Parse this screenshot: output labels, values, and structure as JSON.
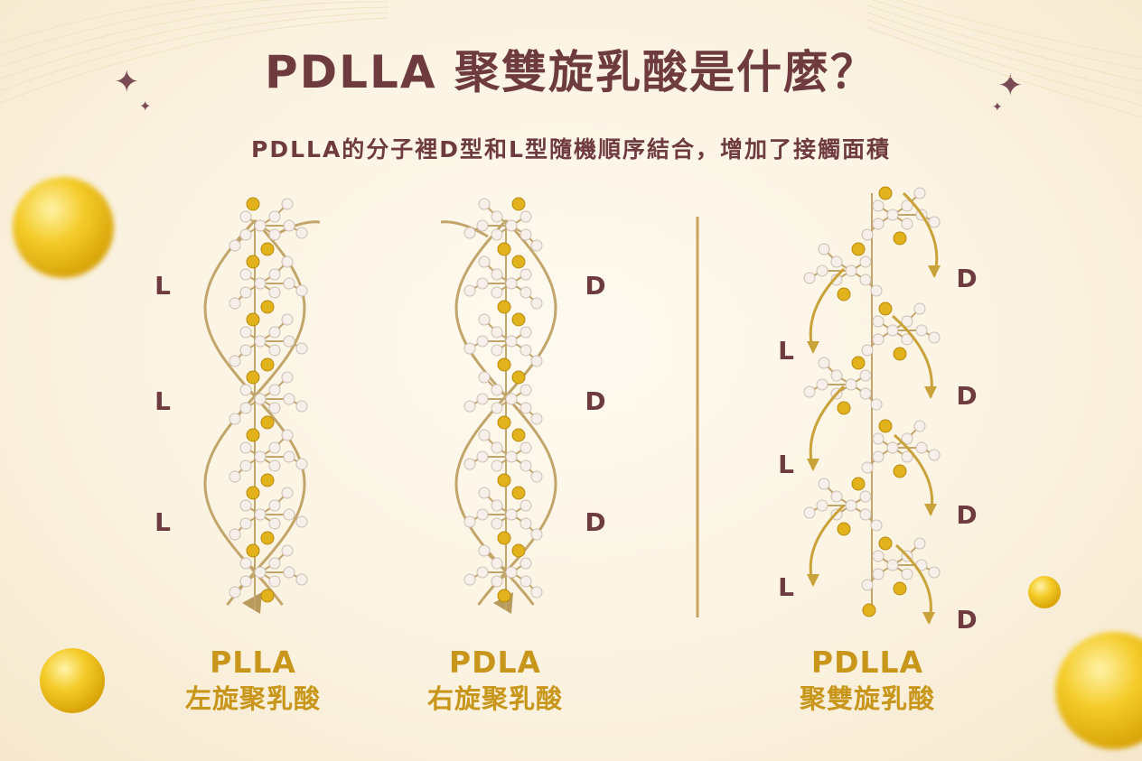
{
  "title": "PDLLA 聚雙旋乳酸是什麼？",
  "subtitle": "PDLLA的分子裡D型和L型隨機順序結合，增加了接觸面積",
  "panels": [
    {
      "id": "plla",
      "name": "PLLA",
      "zh": "左旋聚乳酸",
      "labels": [
        "L",
        "L",
        "L"
      ]
    },
    {
      "id": "pdla",
      "name": "PDLA",
      "zh": "右旋聚乳酸",
      "labels": [
        "D",
        "D",
        "D"
      ]
    },
    {
      "id": "pdlla",
      "name": "PDLLA",
      "zh": "聚雙旋乳酸",
      "labels_right": [
        "D",
        "D",
        "D",
        "D"
      ],
      "labels_left": [
        "L",
        "L",
        "L"
      ]
    }
  ],
  "icons": {
    "sparkle": "sparkle-icon",
    "arrow": "curved-arrow-icon"
  },
  "colors": {
    "title": "#6e3b3f",
    "gold": "#c8961a",
    "atom_gold": "#e2b21c",
    "atom_pearl": "#f7f0ea",
    "bond": "#c2a56a"
  }
}
